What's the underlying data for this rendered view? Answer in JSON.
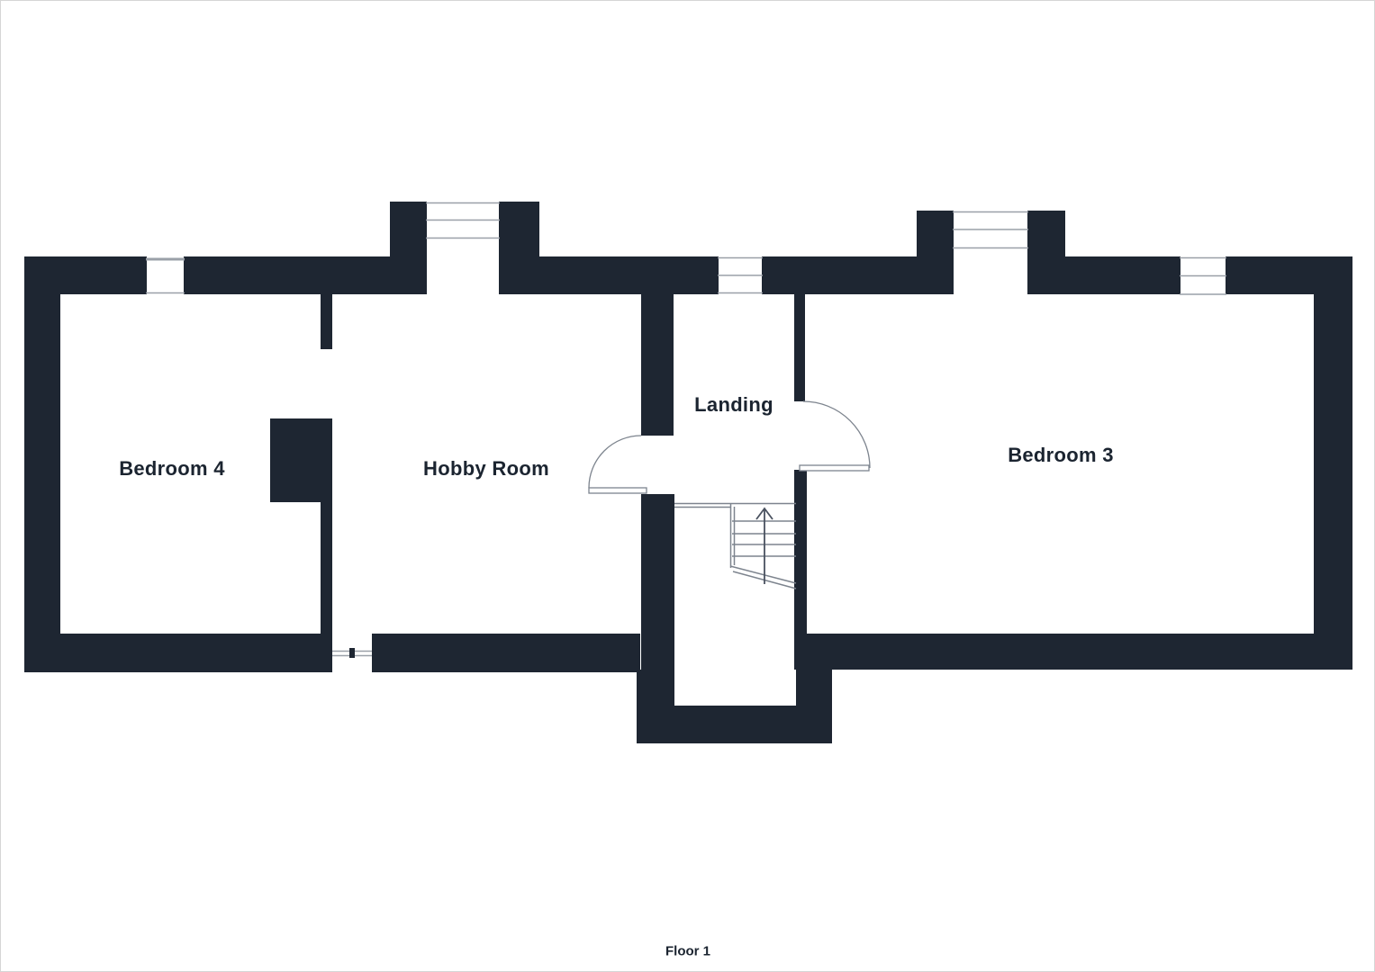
{
  "floorplan": {
    "floor_label": "Floor 1",
    "rooms": [
      {
        "name": "Bedroom 4"
      },
      {
        "name": "Hobby Room"
      },
      {
        "name": "Landing"
      },
      {
        "name": "Bedroom 3"
      }
    ],
    "icons": {
      "stairs_direction": "up-arrow"
    },
    "colors": {
      "wall": "#1e2632",
      "line": "#9aa0a8",
      "line_strong": "#7d848e",
      "arrow": "#4a5260",
      "text": "#1b2430",
      "bg": "#ffffff",
      "border": "#d6d6d6"
    }
  }
}
